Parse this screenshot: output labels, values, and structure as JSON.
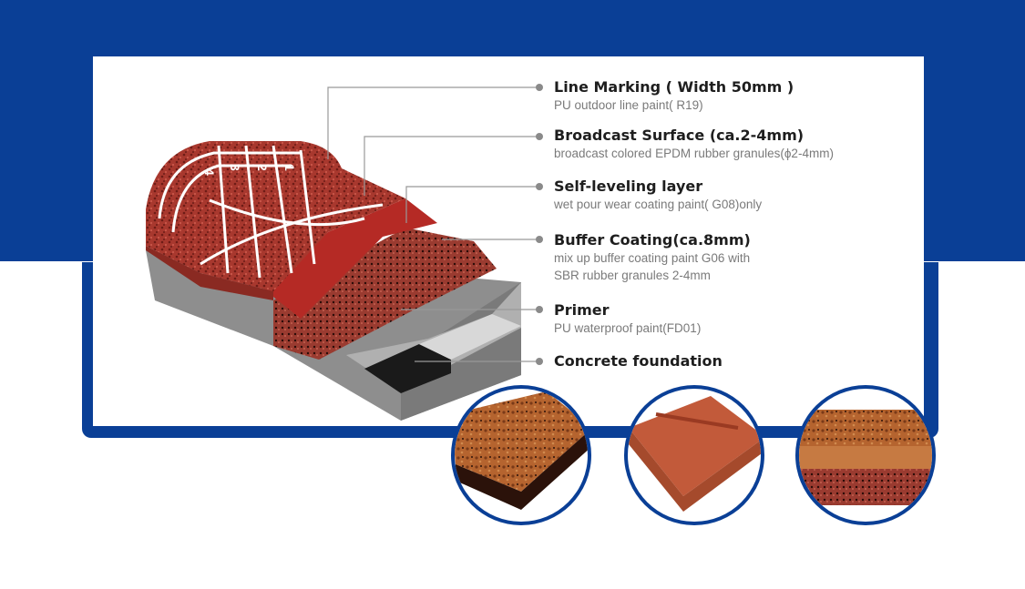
{
  "layers": [
    {
      "title": "Line Marking ( Width 50mm )",
      "desc": [
        "PU outdoor line paint( R19)"
      ]
    },
    {
      "title": "Broadcast Surface (ca.2-4mm)",
      "desc": [
        "broadcast colored EPDM rubber granules(ϕ2-4mm)"
      ]
    },
    {
      "title": "Self-leveling layer",
      "desc": [
        "wet pour wear coating paint( G08)only"
      ]
    },
    {
      "title": "Buffer Coating(ca.8mm)",
      "desc": [
        "mix up buffer coating paint G06 with",
        "SBR rubber granules 2-4mm"
      ]
    },
    {
      "title": "Primer",
      "desc": [
        "PU waterproof paint(FD01)"
      ]
    },
    {
      "title": "Concrete foundation",
      "desc": []
    }
  ],
  "track_numbers": [
    "4",
    "3",
    "2",
    "1"
  ],
  "colors": {
    "brand_blue": "#0a3f96",
    "rubber_red": "#a8382e",
    "self_level_red": "#b52a25",
    "primer_grey": "#9a9a9a",
    "concrete_grey": "#8a8a8a",
    "black_layer": "#1a1a1a"
  }
}
